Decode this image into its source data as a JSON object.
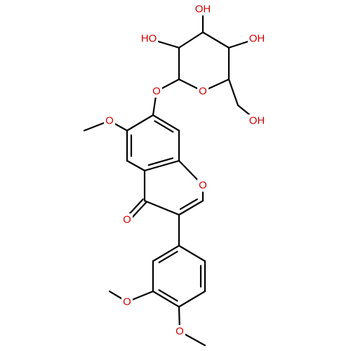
{
  "molecule": {
    "colors": {
      "bond": "#000000",
      "oxygen": "#d40000"
    },
    "labels": {
      "o_ketone": "O",
      "o_chromone": "O",
      "o_glycosidic": "O",
      "o_pyranose": "O",
      "o_methoxy6": "O",
      "o_methoxy3p": "O",
      "o_methoxy4p": "O",
      "oh_c2": "HO",
      "oh_c3": "OH",
      "oh_c4": "OH",
      "oh_c6": "OH"
    }
  }
}
